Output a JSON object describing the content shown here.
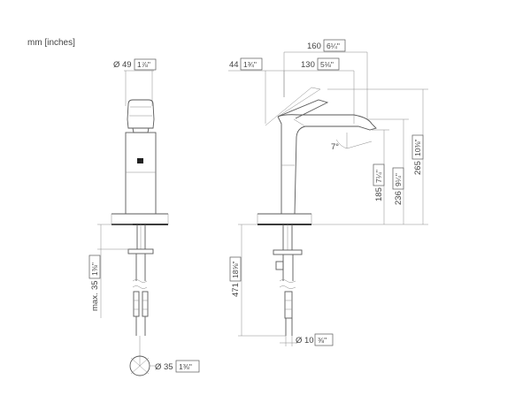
{
  "units_label": "mm [inches]",
  "front_view": {
    "spout_diameter": {
      "value": "49",
      "inches": "1⅞\""
    },
    "max_height": {
      "prefix": "max.",
      "value": "35",
      "inches": "1⅜\""
    },
    "hole_diameter": {
      "value": "35",
      "inches": "1⅜\""
    }
  },
  "side_view": {
    "total_depth": {
      "value": "160",
      "inches": "6¼\""
    },
    "lever_offset": {
      "value": "44",
      "inches": "1¾\""
    },
    "spout_reach": {
      "value": "130",
      "inches": "5⅛\""
    },
    "lever_angle": "7°",
    "spout_height": {
      "value": "185",
      "inches": "7¼\""
    },
    "outlet_height": {
      "value": "236",
      "inches": "9¼\""
    },
    "overall_height": {
      "value": "265",
      "inches": "10⅜\""
    },
    "hose_length": {
      "value": "471",
      "inches": "18⅝\""
    },
    "hose_diameter": {
      "value": "10",
      "inches": "⅜\""
    }
  }
}
